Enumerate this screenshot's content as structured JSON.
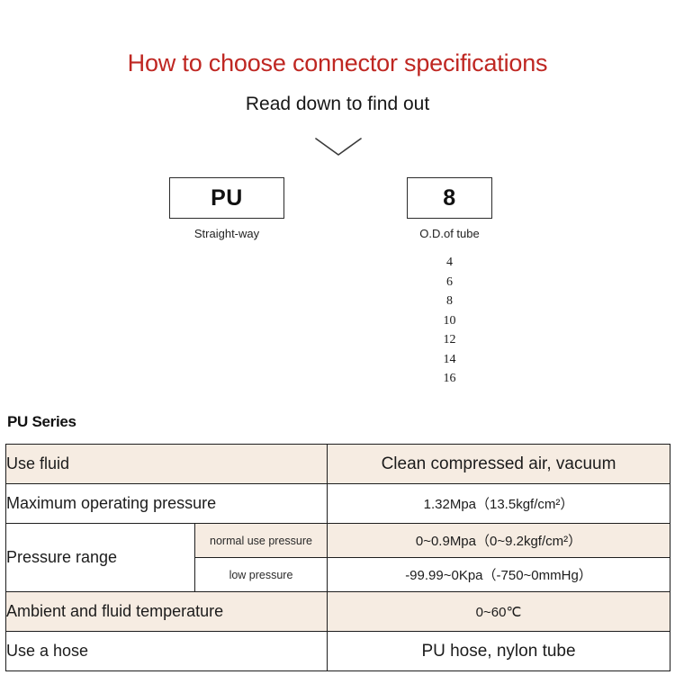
{
  "header": {
    "title": "How to choose connector specifications",
    "subtitle": "Read down to find out",
    "title_color": "#bf2722",
    "chevron_icon": "chevron-down-icon"
  },
  "selector": {
    "boxes": [
      {
        "code": "PU",
        "caption": "Straight-way"
      },
      {
        "code": "8",
        "caption": "O.D.of tube"
      }
    ],
    "tube_sizes": [
      "4",
      "6",
      "8",
      "10",
      "12",
      "14",
      "16"
    ]
  },
  "series": {
    "heading": "PU Series",
    "highlight_color": "#f6ece2",
    "rows": [
      {
        "label": "Use fluid",
        "value": "Clean compressed air, vacuum",
        "highlight": true
      },
      {
        "label": "Maximum operating pressure",
        "value": "1.32Mpa（13.5kgf/cm²）",
        "highlight": false
      },
      {
        "label": "Pressure range",
        "sub_rows": [
          {
            "sub_label": "normal use pressure",
            "value": "0~0.9Mpa（0~9.2kgf/cm²）",
            "highlight": true
          },
          {
            "sub_label": "low pressure",
            "value": "-99.99~0Kpa（-750~0mmHg）",
            "highlight": false
          }
        ]
      },
      {
        "label": "Ambient and fluid temperature",
        "value": "0~60℃",
        "highlight": true
      },
      {
        "label": "Use a hose",
        "value": "PU hose, nylon tube",
        "highlight": false
      }
    ]
  }
}
